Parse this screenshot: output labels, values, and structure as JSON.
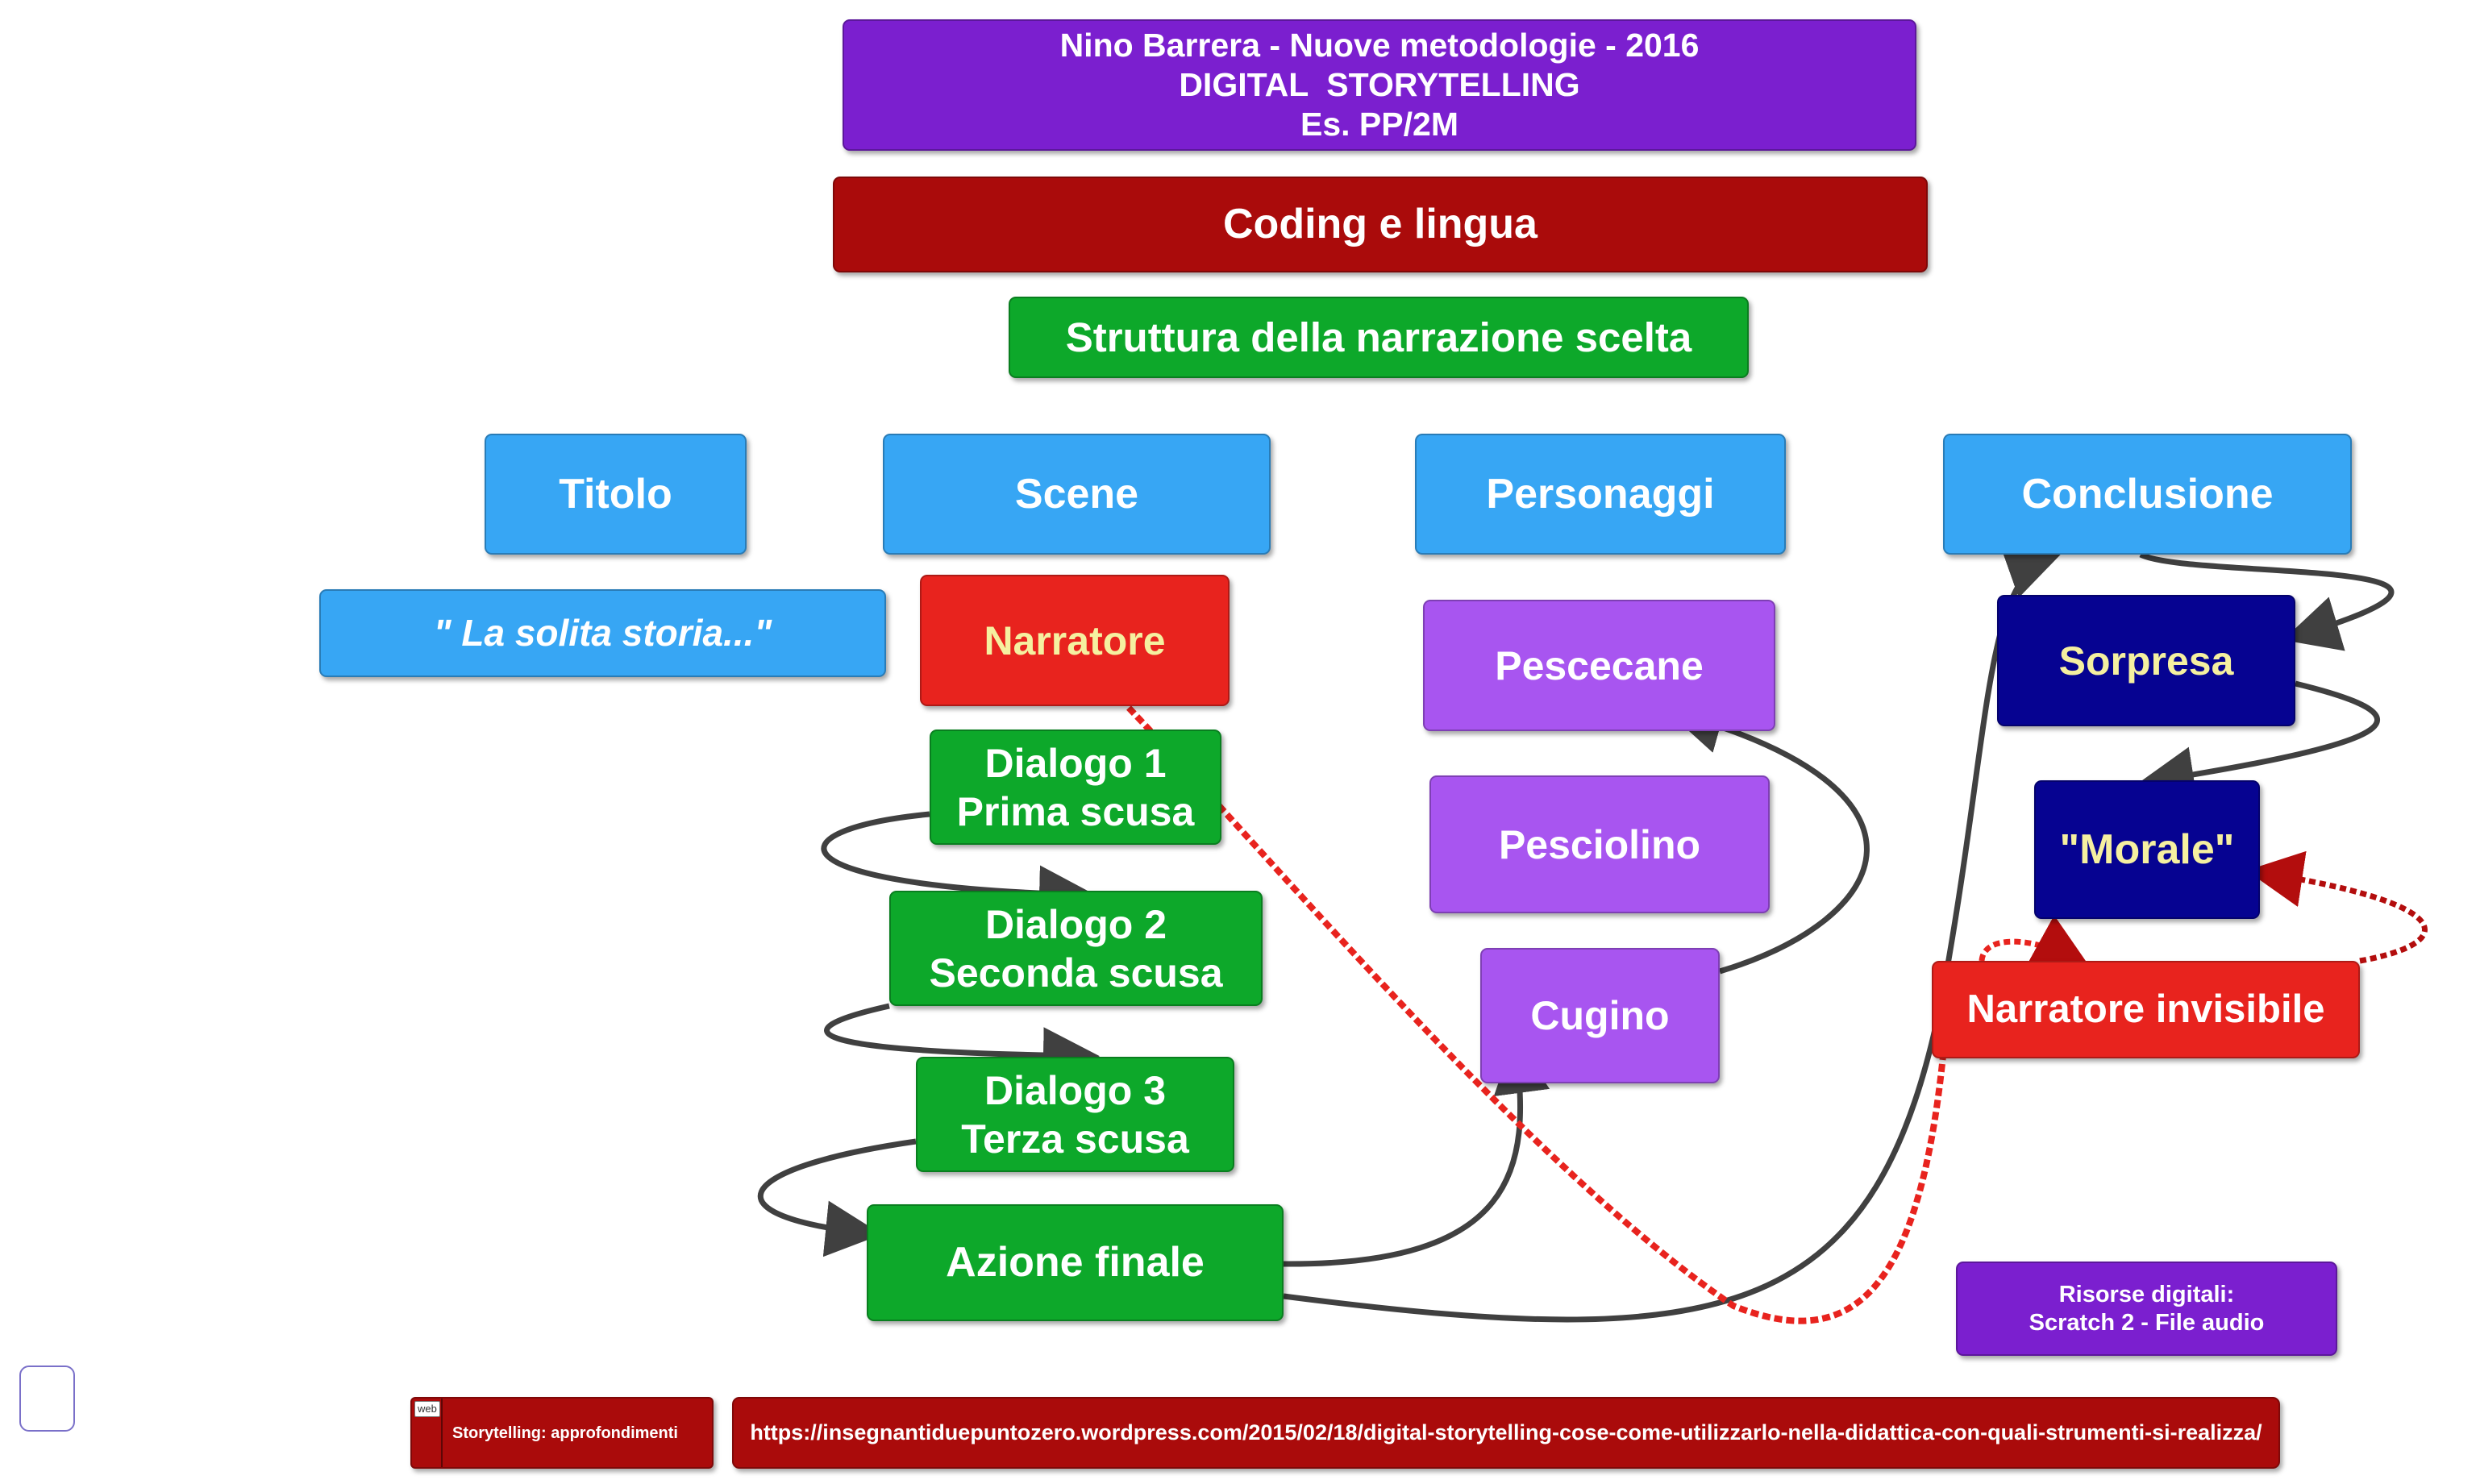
{
  "header": {
    "title_line1": "Nino Barrera - Nuove metodologie - 2016",
    "title_line2": "DIGITAL  STORYTELLING",
    "title_line3": "Es. PP/2M"
  },
  "subtitle": "Coding e lingua",
  "structure_label": "Struttura della narrazione scelta",
  "columns": {
    "titolo": "Titolo",
    "scene": "Scene",
    "personaggi": "Personaggi",
    "conclusione": "Conclusione"
  },
  "titolo": {
    "story_title": "\" La solita storia...\""
  },
  "scene": {
    "narratore": "Narratore",
    "dialogo1_line1": "Dialogo 1",
    "dialogo1_line2": "Prima scusa",
    "dialogo2_line1": "Dialogo 2",
    "dialogo2_line2": "Seconda scusa",
    "dialogo3_line1": "Dialogo 3",
    "dialogo3_line2": "Terza scusa",
    "azione_finale": "Azione finale"
  },
  "personaggi": {
    "pescecane": "Pescecane",
    "pesciolino": "Pesciolino",
    "cugino": "Cugino"
  },
  "conclusione": {
    "sorpresa": "Sorpresa",
    "morale": "\"Morale\"",
    "narratore_invisibile": "Narratore invisibile"
  },
  "risorse": {
    "line1": "Risorse digitali:",
    "line2": "Scratch 2 - File audio"
  },
  "links": {
    "web_tag": "web",
    "web_label": "Storytelling: approfondimenti",
    "url": "https://insegnantiduepuntozero.wordpress.com/2015/02/18/digital-storytelling-cose-come-utilizzarlo-nella-didattica-con-quali-strumenti-si-realizza/"
  },
  "colors": {
    "title_purple": "#7b1fcf",
    "coding_darkred": "#aa0b0b",
    "structure_green": "#0da82a",
    "column_blue": "#37a6f4",
    "narrator_red": "#e8231e",
    "character_lilac": "#a855f0",
    "conclusion_navy": "#060391",
    "connector_gray": "#404040",
    "dotted_red": "#e8231e"
  }
}
